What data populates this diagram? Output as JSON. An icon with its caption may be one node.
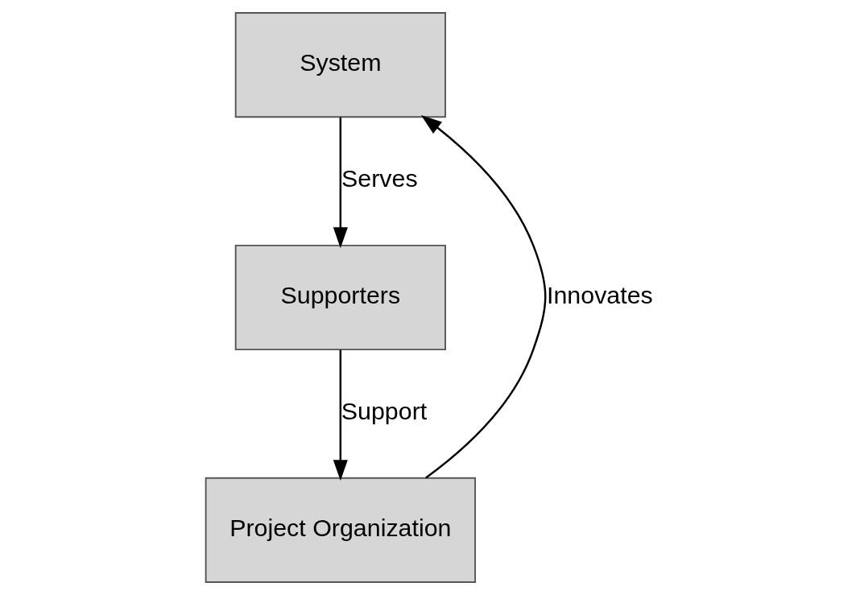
{
  "diagram": {
    "nodes": [
      {
        "text": [
          "System"
        ]
      },
      {
        "text": [
          "Supporters"
        ]
      },
      {
        "text": [
          "Project Organization"
        ]
      }
    ],
    "edges": [
      {
        "from": 0,
        "to": 1,
        "arrow": "to",
        "label": "Serves"
      },
      {
        "from": 1,
        "to": 2,
        "arrow": "to",
        "label": "Support"
      },
      {
        "from": 2,
        "to": 0,
        "arrow": "to",
        "label": "Innovates"
      }
    ]
  }
}
